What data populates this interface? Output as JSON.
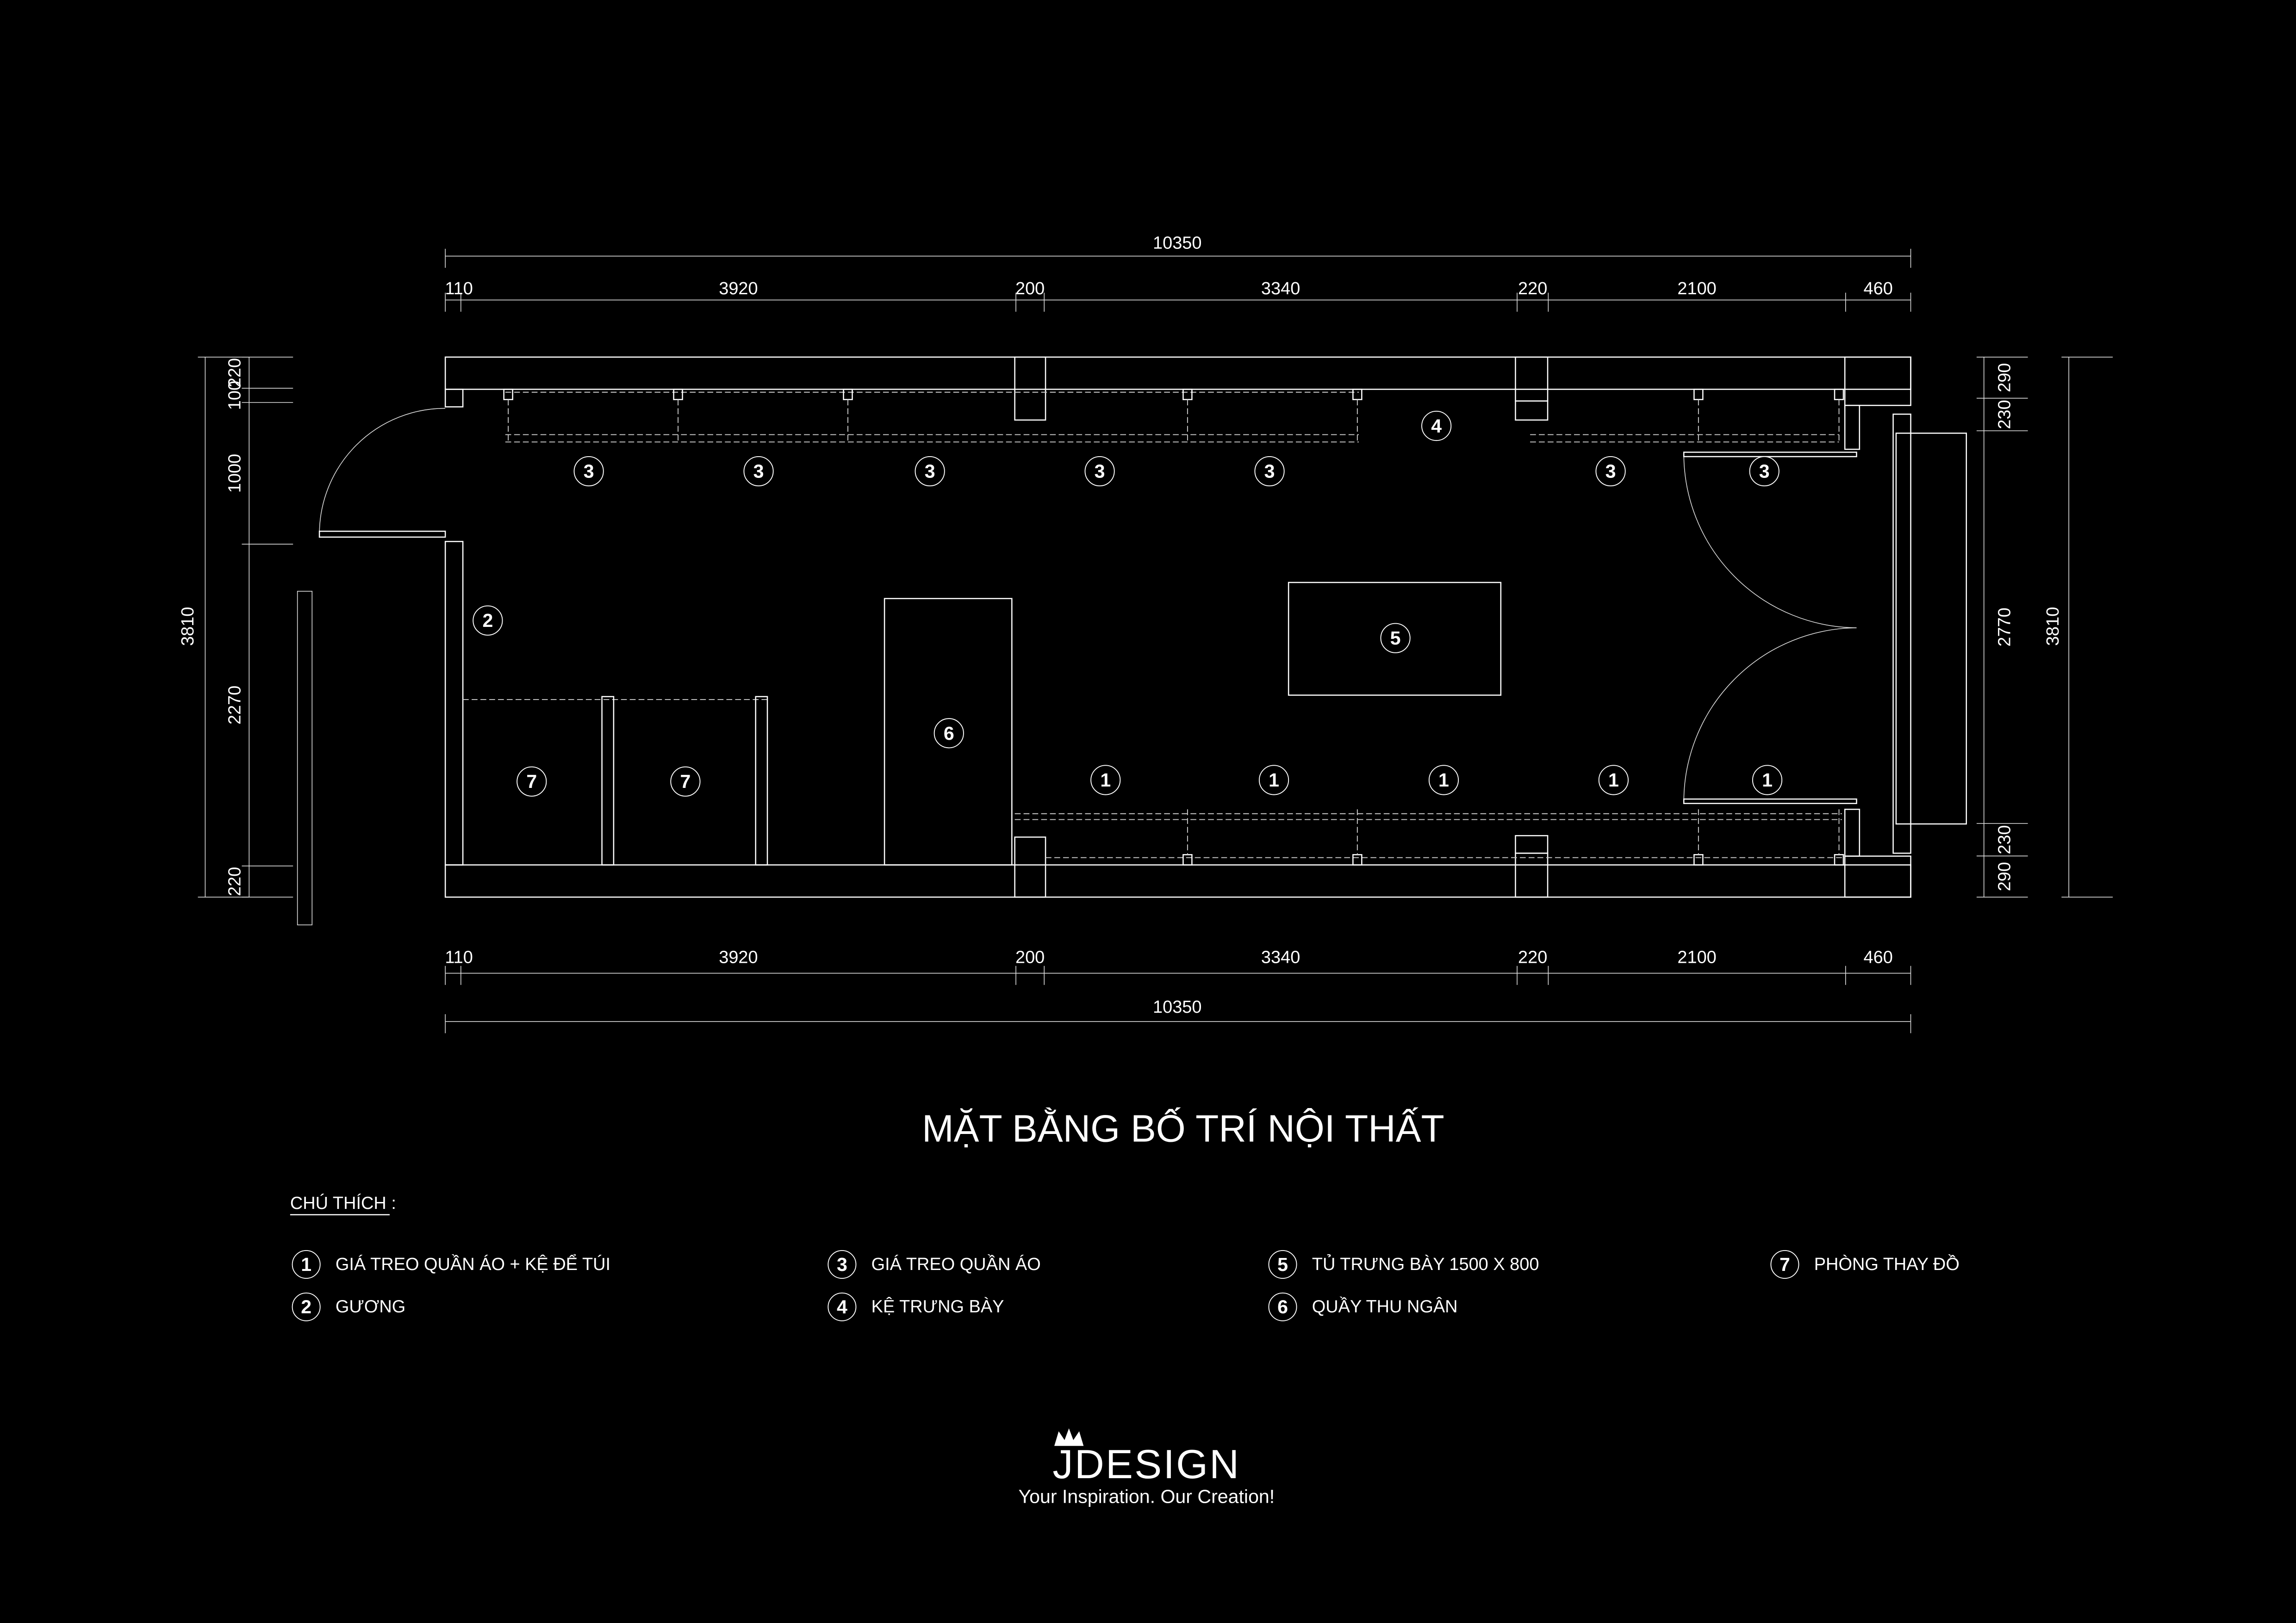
{
  "title": "MẶT BẰNG BỐ TRÍ NỘI THẤT",
  "dimensions": {
    "top_total": "10350",
    "top_chain": [
      "110",
      "3920",
      "200",
      "3340",
      "220",
      "2100",
      "460"
    ],
    "bottom_total": "10350",
    "bottom_chain": [
      "110",
      "3920",
      "200",
      "3340",
      "220",
      "2100",
      "460"
    ],
    "left_total": "3810",
    "left_chain": [
      "220",
      "100",
      "1000",
      "2270",
      "220"
    ],
    "right_total": "3810",
    "right_chain": [
      "290",
      "230",
      "2770",
      "230",
      "290"
    ]
  },
  "plan_tags": [
    "3",
    "3",
    "3",
    "3",
    "3",
    "3",
    "3",
    "4",
    "2",
    "5",
    "6",
    "7",
    "7",
    "1",
    "1",
    "1",
    "1",
    "1"
  ],
  "legend": {
    "heading": "CHÚ THÍCH :",
    "items": [
      {
        "num": "1",
        "label": "GIÁ TREO QUẦN ÁO + KỆ ĐỂ TÚI"
      },
      {
        "num": "2",
        "label": "GƯƠNG"
      },
      {
        "num": "3",
        "label": "GIÁ TREO QUẦN ÁO"
      },
      {
        "num": "4",
        "label": "KỆ TRƯNG BÀY"
      },
      {
        "num": "5",
        "label": "TỦ TRƯNG BÀY 1500 X 800"
      },
      {
        "num": "6",
        "label": "QUẦY THU NGÂN"
      },
      {
        "num": "7",
        "label": "PHÒNG THAY ĐỒ"
      }
    ]
  },
  "logo": {
    "brand": "JDESIGN",
    "tagline": "Your Inspiration. Our Creation!"
  }
}
